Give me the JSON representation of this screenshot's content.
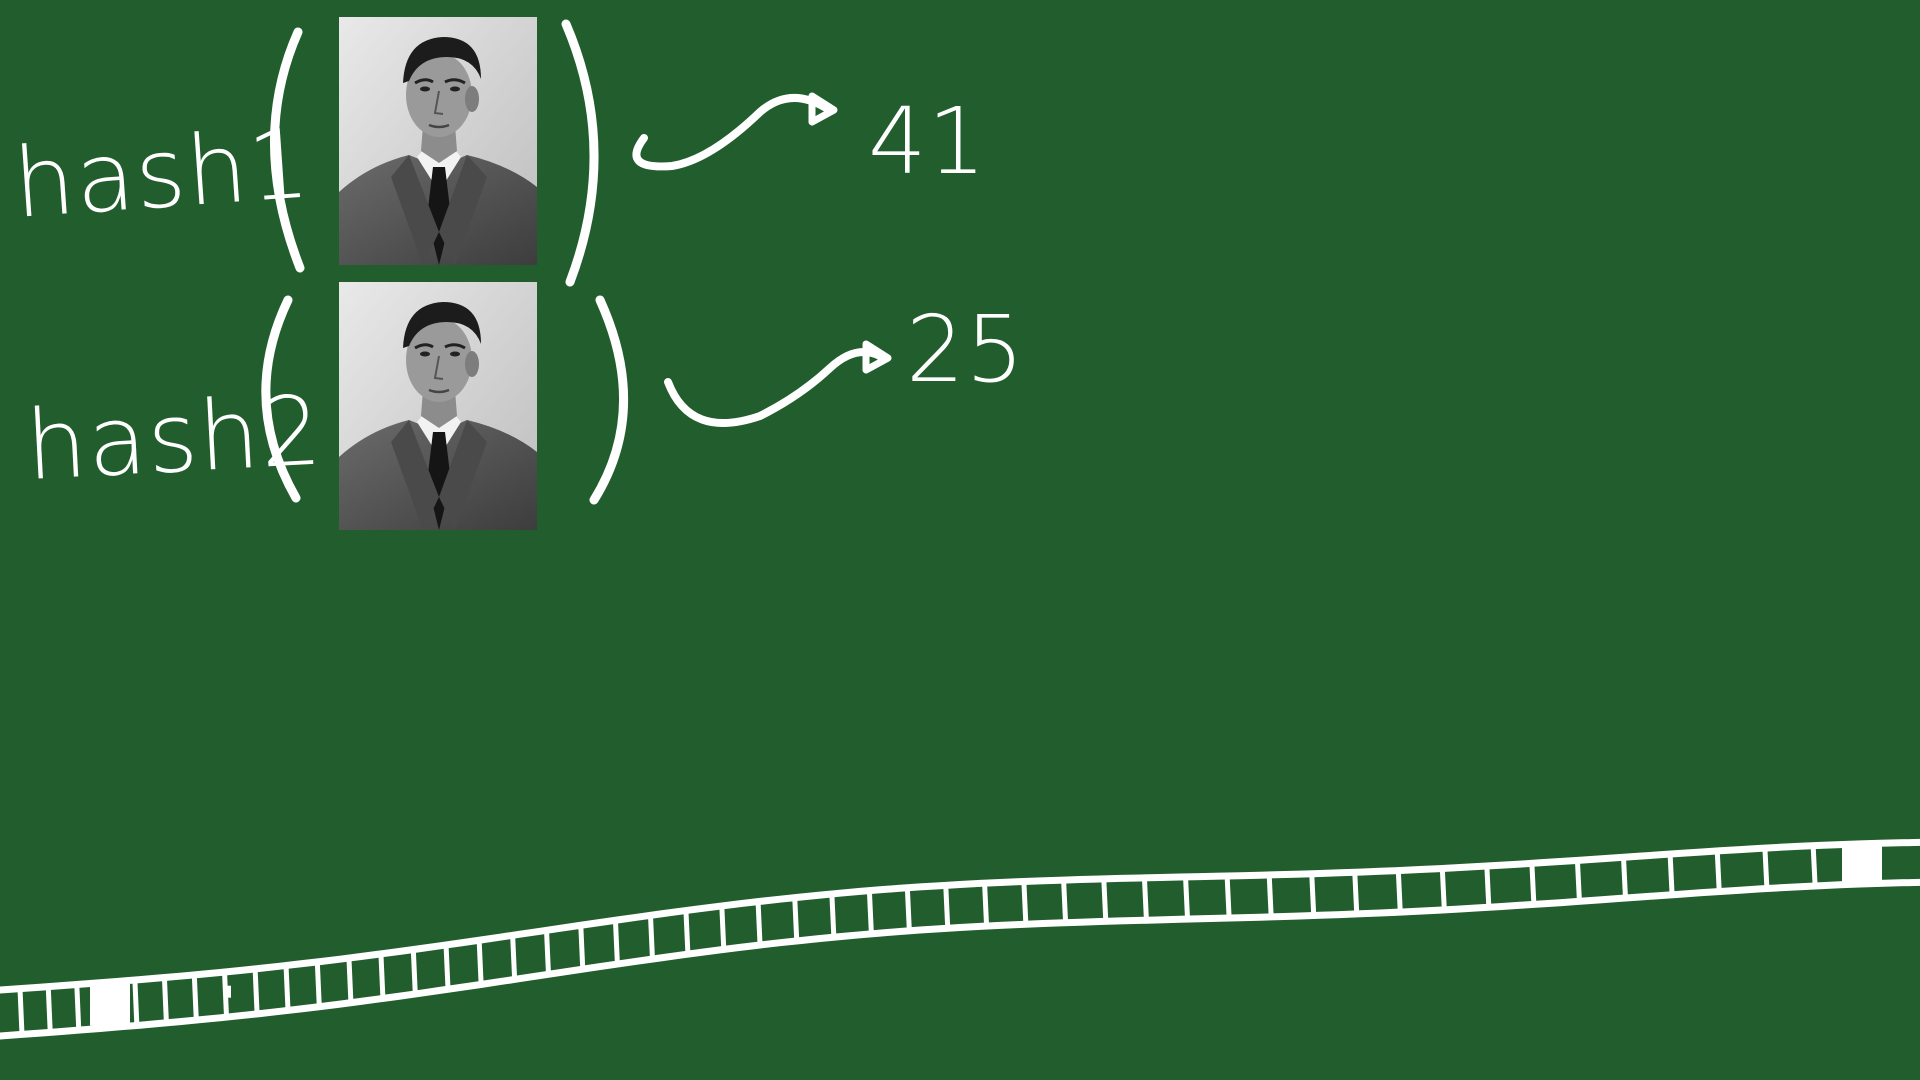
{
  "background_color": "#225e2d",
  "chalk_color": "#ffffff",
  "rows": [
    {
      "function_label": "hash1",
      "output_value": "41",
      "image_icon": "portrait-photo"
    },
    {
      "function_label": "hash2",
      "output_value": "25",
      "image_icon": "portrait-photo"
    }
  ],
  "array": {
    "icon": "hash-table-array",
    "filled_slots": 3
  }
}
